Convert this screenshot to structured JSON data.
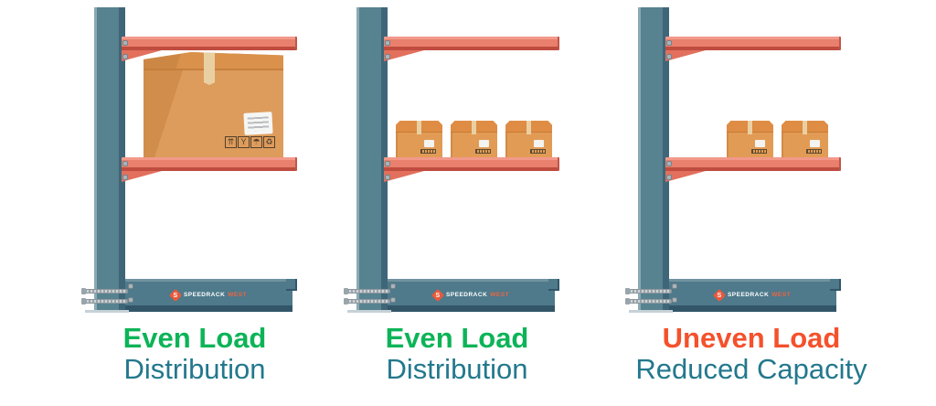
{
  "colors": {
    "background": "#ffffff",
    "steel_blue": "#537e8f",
    "arm_coral": "#e8806d",
    "cardboard": "#dd9c5c",
    "caption_green": "#0cb457",
    "caption_orange": "#f4512c",
    "caption_secondary": "#23788d",
    "logo_orange": "#e8593b"
  },
  "logo": {
    "icon": "s-diamond-icon",
    "brand_first": "SPEEDRACK",
    "brand_second": "WEST",
    "diamond_letter": "S"
  },
  "box_icons": {
    "this_way_up": "⇈",
    "fragile": "Y",
    "keep_dry": "☂",
    "recycle": "♻"
  },
  "racks": [
    {
      "id": "rack-1",
      "caption": {
        "line1": "Even Load",
        "line2": "Distribution",
        "line1_color": "#0cb457"
      },
      "load": {
        "type": "large-box",
        "count": 1,
        "arrangement": "single-full-width"
      }
    },
    {
      "id": "rack-2",
      "caption": {
        "line1": "Even Load",
        "line2": "Distribution",
        "line1_color": "#0cb457"
      },
      "load": {
        "type": "small-boxes",
        "count": 3,
        "arrangement": "inner-even"
      }
    },
    {
      "id": "rack-3",
      "caption": {
        "line1": "Uneven Load",
        "line2": "Reduced Capacity",
        "line1_color": "#f4512c"
      },
      "load": {
        "type": "small-boxes",
        "count": 2,
        "arrangement": "outer-end"
      }
    }
  ]
}
